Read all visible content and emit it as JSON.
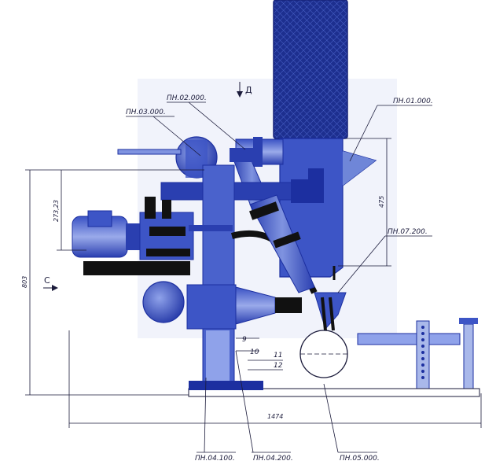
{
  "labels": {
    "pn01": "ПН.01.000.",
    "pn02": "ПН.02.000.",
    "pn03": "ПН.03.000.",
    "pn0410": "ПН.04.100.",
    "pn0420": "ПН.04.200.",
    "pn05": "ПН.05.000.",
    "pn07": "ПН.07.200.",
    "n9": "9",
    "n10": "10",
    "n11": "11",
    "n12": "12"
  },
  "dimensions": {
    "d803": "803",
    "d27323": "273,23",
    "d475": "475",
    "d1474": "1474"
  },
  "views": {
    "view_d": "Д",
    "view_c": "С"
  },
  "colors": {
    "blue_dark": "#1c2fa0",
    "blue_mid": "#3b53c4",
    "blue_light": "#6f86d8",
    "blue_pale": "#a9b8ea",
    "black": "#111111"
  }
}
